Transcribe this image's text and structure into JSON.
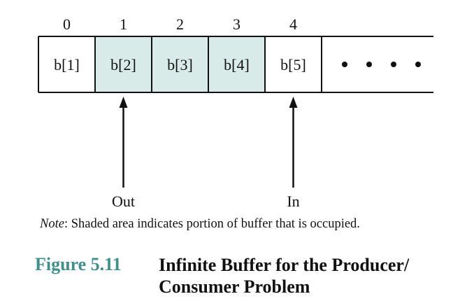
{
  "buffer": {
    "indices": [
      "0",
      "1",
      "2",
      "3",
      "4"
    ],
    "cells": [
      {
        "label": "b[1]",
        "occupied": false
      },
      {
        "label": "b[2]",
        "occupied": true
      },
      {
        "label": "b[3]",
        "occupied": true
      },
      {
        "label": "b[4]",
        "occupied": true
      },
      {
        "label": "b[5]",
        "occupied": false
      }
    ],
    "continuation_dots": 4,
    "shade_color": "#d8ebe9"
  },
  "pointers": {
    "out": {
      "label": "Out",
      "cell_index": 1
    },
    "in": {
      "label": "In",
      "cell_index": 4
    }
  },
  "note": {
    "label": "Note",
    "text": ": Shaded area indicates portion of buffer that is occupied."
  },
  "figure": {
    "number": "Figure 5.11",
    "title_line1": "Infinite Buffer for the Producer/",
    "title_line2": "Consumer Problem",
    "number_color": "#3f8f8a"
  }
}
